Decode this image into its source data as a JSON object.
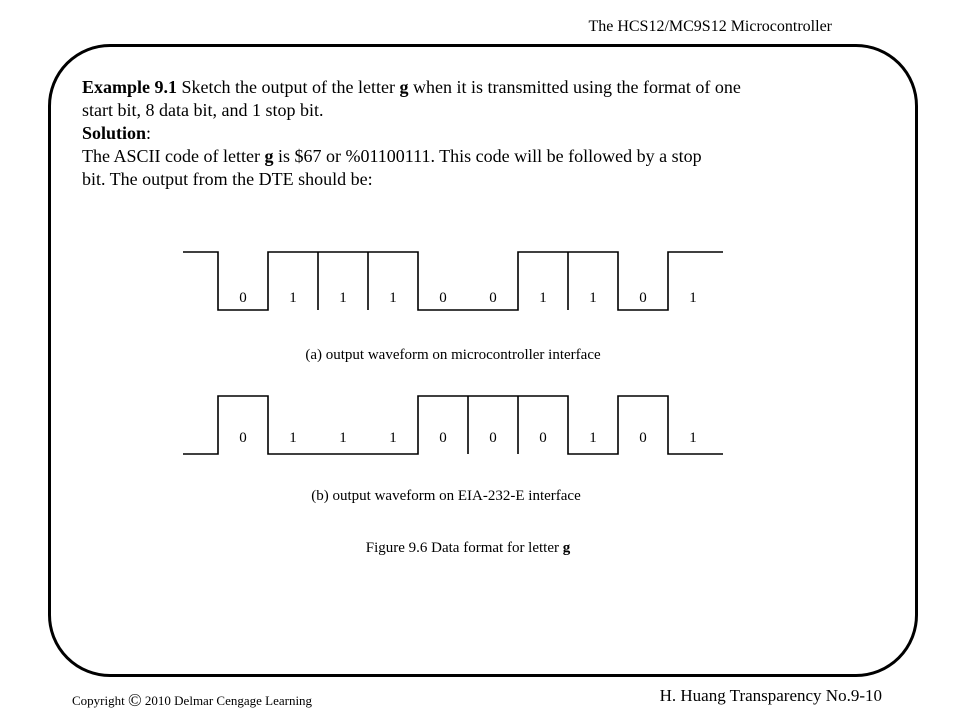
{
  "header": {
    "title": "The HCS12/MC9S12 Microcontroller"
  },
  "example": {
    "label": "Example 9.1",
    "line1_rest": " Sketch the output of the letter ",
    "letter": "g",
    "line1_tail": " when it is transmitted using the format of one",
    "line2": "start bit, 8 data bit, and 1 stop bit."
  },
  "solution": {
    "label": "Solution",
    "colon": ":",
    "line1_a": "The ASCII code of letter ",
    "letter": "g",
    "line1_b": " is $67 or %01100111.  This code will be followed by a stop",
    "line2": "bit.  The output from the DTE should be:"
  },
  "figure": {
    "waveform_a": {
      "bits": [
        "0",
        "1",
        "1",
        "1",
        "0",
        "0",
        "1",
        "1",
        "0",
        "1"
      ],
      "caption": "(a) output waveform on microcontroller interface"
    },
    "waveform_b": {
      "bits": [
        "0",
        "1",
        "1",
        "1",
        "0",
        "0",
        "0",
        "1",
        "0",
        "1"
      ],
      "caption": "(b) output waveform on EIA-232-E interface"
    },
    "caption_prefix": "Figure 9.6 Data format for letter ",
    "caption_letter": "g"
  },
  "footer": {
    "copyright_word": "Copyright",
    "copyright_symbol": "©",
    "copyright_rest": "2010 Delmar Cengage Learning",
    "right": "H. Huang Transparency No.9-10"
  }
}
